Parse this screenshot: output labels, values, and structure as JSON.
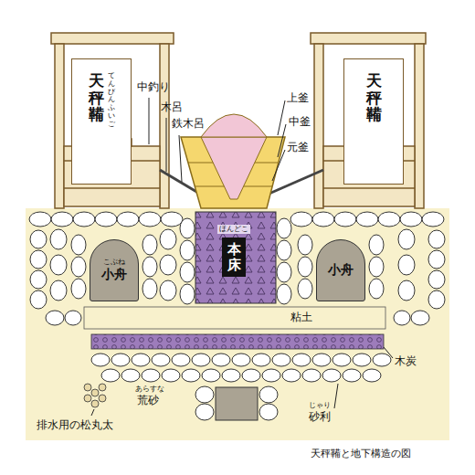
{
  "diagram": {
    "caption": "天秤鞴と地下構造の図",
    "nodes": [
      {
        "text": [
          "天秤鞴",
          "てんびんふいご"
        ]
      },
      {
        "text": [
          "天秤鞴"
        ]
      },
      {
        "text": [
          "本床",
          "ほんどこ"
        ]
      },
      {
        "text": [
          "小舟",
          "こぶね"
        ]
      },
      {
        "text": [
          "小舟"
        ]
      }
    ],
    "labels": [
      "中釣り",
      "木呂",
      "鉄木呂",
      "上釜",
      "中釜",
      "元釜",
      "粘土",
      "あらすな",
      "荒砂",
      "排水用の松丸太",
      "じゃり",
      "砂利",
      "木炭"
    ]
  }
}
